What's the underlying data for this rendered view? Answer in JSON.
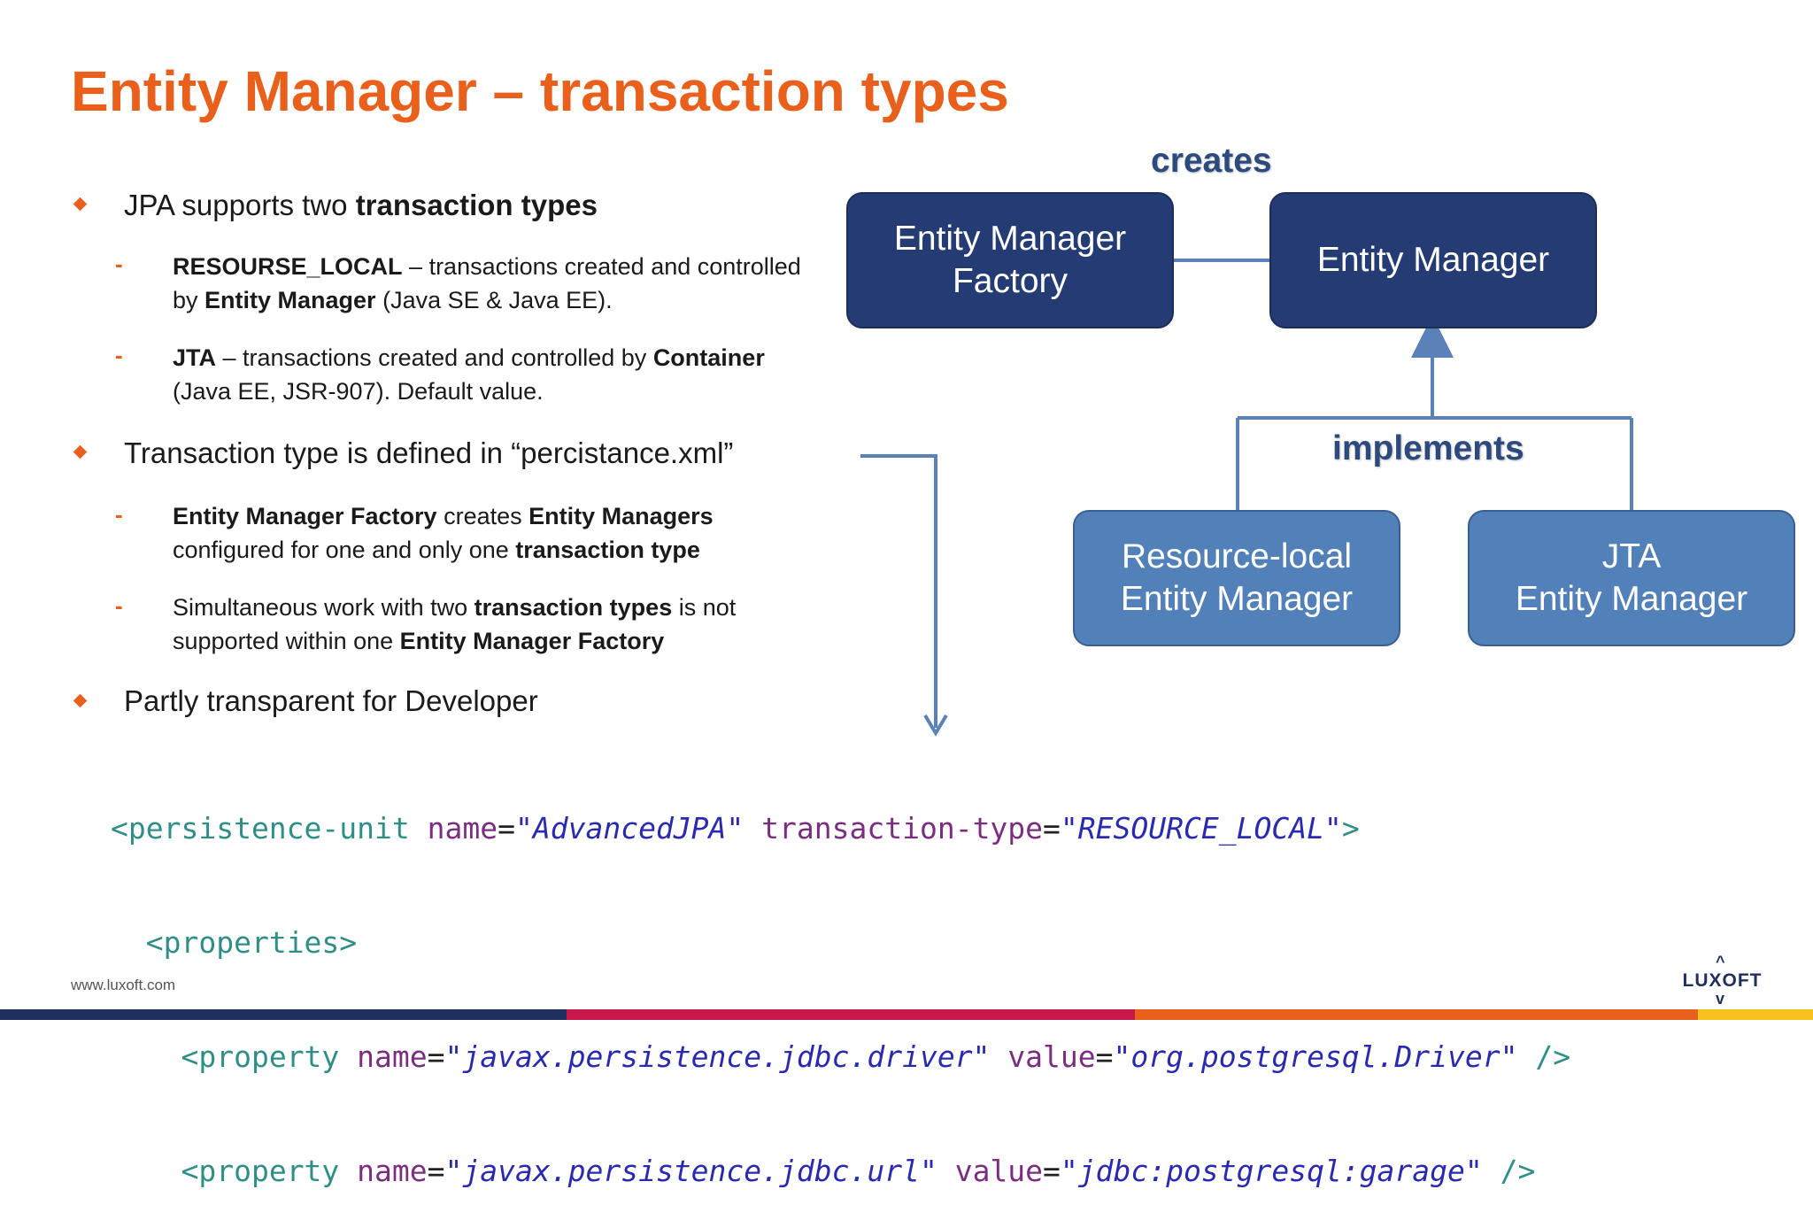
{
  "title": "Entity Manager – transaction types",
  "bullets": [
    {
      "pre": "JPA supports two ",
      "bold": "transaction types",
      "subs": [
        {
          "line1_b1": "RESOURSE_LOCAL",
          "line1_t1": " – transactions created and controlled",
          "line2_t1": "by ",
          "line2_b1": "Entity Manager",
          "line2_t2": " (Java SE & Java EE)."
        },
        {
          "line1_b1": "JTA",
          "line1_t1": " – transactions created and controlled by ",
          "line1_b2": "Container",
          "line2_t1": "(Java EE, JSR-907). Default value."
        }
      ]
    },
    {
      "text": "Transaction type is defined in “percistance.xml”",
      "subs": [
        {
          "line1_b1": "Entity Manager Factory",
          "line1_t1": " creates ",
          "line1_b2": "Entity Managers",
          "line2_t1": "configured for one and only one ",
          "line2_b1": "transaction type"
        },
        {
          "line1_t1": "Simultaneous work with two ",
          "line1_b1": "transaction types",
          "line1_t2": " is not",
          "line2_t1": "supported within one ",
          "line2_b1": "Entity Manager Factory"
        }
      ]
    },
    {
      "text": "Partly transparent for Developer"
    }
  ],
  "diagram": {
    "factory": {
      "line1": "Entity Manager",
      "line2": "Factory"
    },
    "manager": {
      "label": "Entity Manager"
    },
    "resource_local": {
      "line1": "Resource-local",
      "line2": "Entity Manager"
    },
    "jta": {
      "line1": "JTA",
      "line2": "Entity Manager"
    },
    "creates_label": "creates",
    "implements_label": "implements"
  },
  "code": {
    "l1": {
      "tag_open": "<persistence-unit",
      "attr1": "name",
      "val1": "\"AdvancedJPA\"",
      "attr2": "transaction-type",
      "val2": "\"RESOURCE_LOCAL\"",
      "tag_close": ">"
    },
    "l2": {
      "tag": "<properties>"
    },
    "l3": {
      "tag_open": "<property",
      "attr1": "name",
      "val1": "\"javax.persistence.jdbc.driver\"",
      "attr2": "value",
      "val2": "\"org.postgresql.Driver\"",
      "tag_close": "/>"
    },
    "l4": {
      "tag_open": "<property",
      "attr1": "name",
      "val1": "\"javax.persistence.jdbc.url\"",
      "attr2": "value",
      "val2": "\"jdbc:postgresql:garage\"",
      "tag_close": "/>"
    },
    "eq": "="
  },
  "footer": {
    "url": "www.luxoft.com",
    "logo_text": "LUXOFT"
  },
  "colors": {
    "accent": "#e8601c",
    "dark_box": "#253b74",
    "light_box": "#5280b8",
    "bar": [
      "#1f2f5e",
      "#c8184a",
      "#e8601c",
      "#f7c21b"
    ]
  }
}
